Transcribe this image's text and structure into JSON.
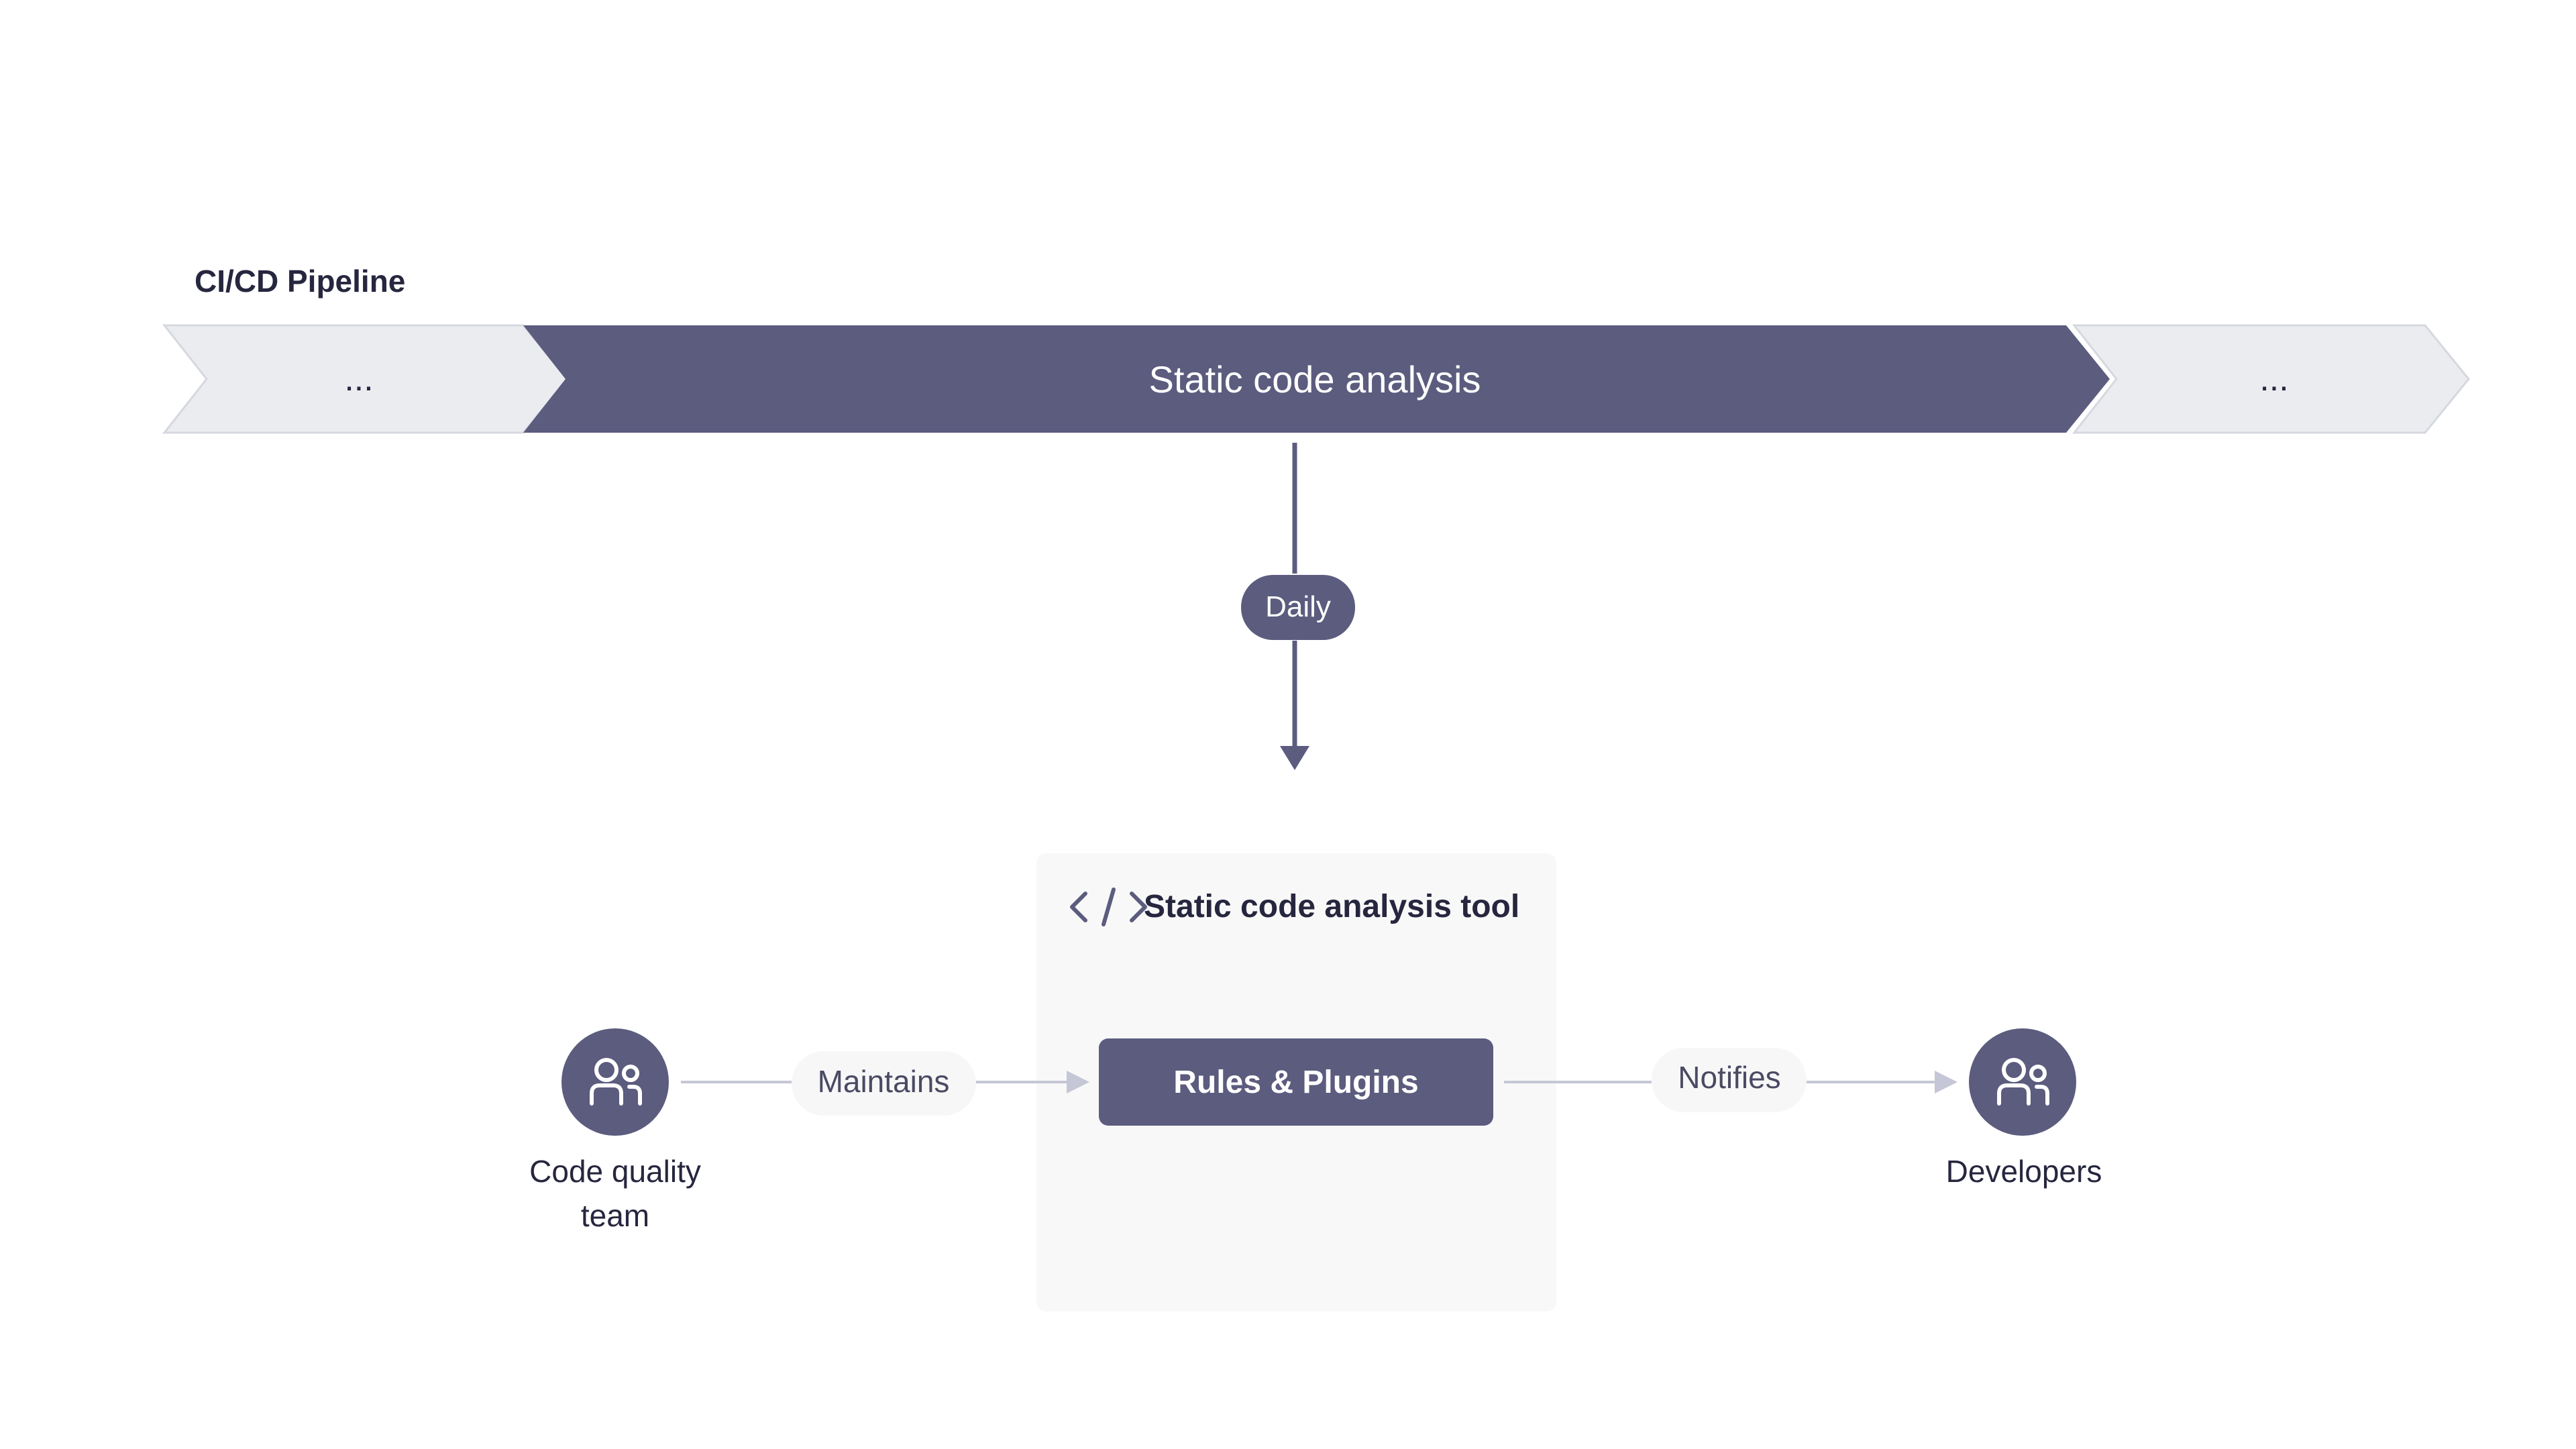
{
  "pipeline": {
    "title": "CI/CD Pipeline",
    "stages": [
      {
        "label": "..."
      },
      {
        "label": "Static code analysis"
      },
      {
        "label": "..."
      }
    ]
  },
  "trigger": {
    "label": "Daily"
  },
  "tool": {
    "title": "Static code analysis tool",
    "icon": "code-icon",
    "component": {
      "label": "Rules & Plugins"
    }
  },
  "actors": [
    {
      "name_line1": "Code quality",
      "name_line2": "team",
      "icon": "users-icon"
    },
    {
      "name_line1": "Developers",
      "name_line2": "",
      "icon": "users-icon"
    }
  ],
  "edges": [
    {
      "label": "Maintains"
    },
    {
      "label": "Notifies"
    }
  ],
  "colors": {
    "primary": "#5b5c7e",
    "stage_light": "#ebecf0",
    "stage_light_border": "#d6d8e0",
    "container_bg": "#f8f8f8",
    "edge_line": "#c5c7d6",
    "text_dark": "#26263f"
  }
}
